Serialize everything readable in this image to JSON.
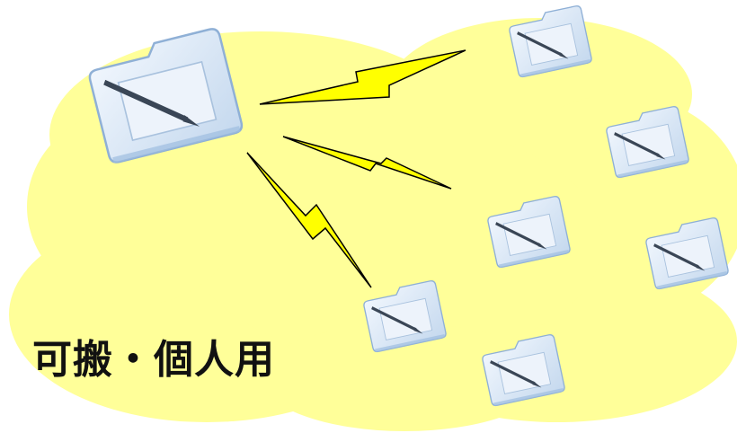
{
  "caption": "可搬・個人用",
  "colors": {
    "cloud": "#ffff99",
    "bolt_fill": "#ffff00",
    "bolt_stroke": "#000000",
    "tablet_face": "#dce9f7",
    "tablet_edge": "#8fb0d6",
    "tablet_screen": "#edf3fb",
    "pen": "#3a4656"
  },
  "devices": [
    {
      "name": "master-tablet",
      "icon": "pen-tablet-icon",
      "role": "source"
    },
    {
      "name": "tablet-1",
      "icon": "pen-tablet-icon",
      "role": "target"
    },
    {
      "name": "tablet-2",
      "icon": "pen-tablet-icon",
      "role": "target"
    },
    {
      "name": "tablet-3",
      "icon": "pen-tablet-icon",
      "role": "target"
    },
    {
      "name": "tablet-4",
      "icon": "pen-tablet-icon",
      "role": "target"
    },
    {
      "name": "tablet-5",
      "icon": "pen-tablet-icon",
      "role": "target"
    },
    {
      "name": "tablet-6",
      "icon": "pen-tablet-icon",
      "role": "target"
    }
  ],
  "links": [
    {
      "name": "wireless-link-1",
      "icon": "lightning-bolt-icon"
    },
    {
      "name": "wireless-link-2",
      "icon": "lightning-bolt-icon"
    },
    {
      "name": "wireless-link-3",
      "icon": "lightning-bolt-icon"
    }
  ]
}
